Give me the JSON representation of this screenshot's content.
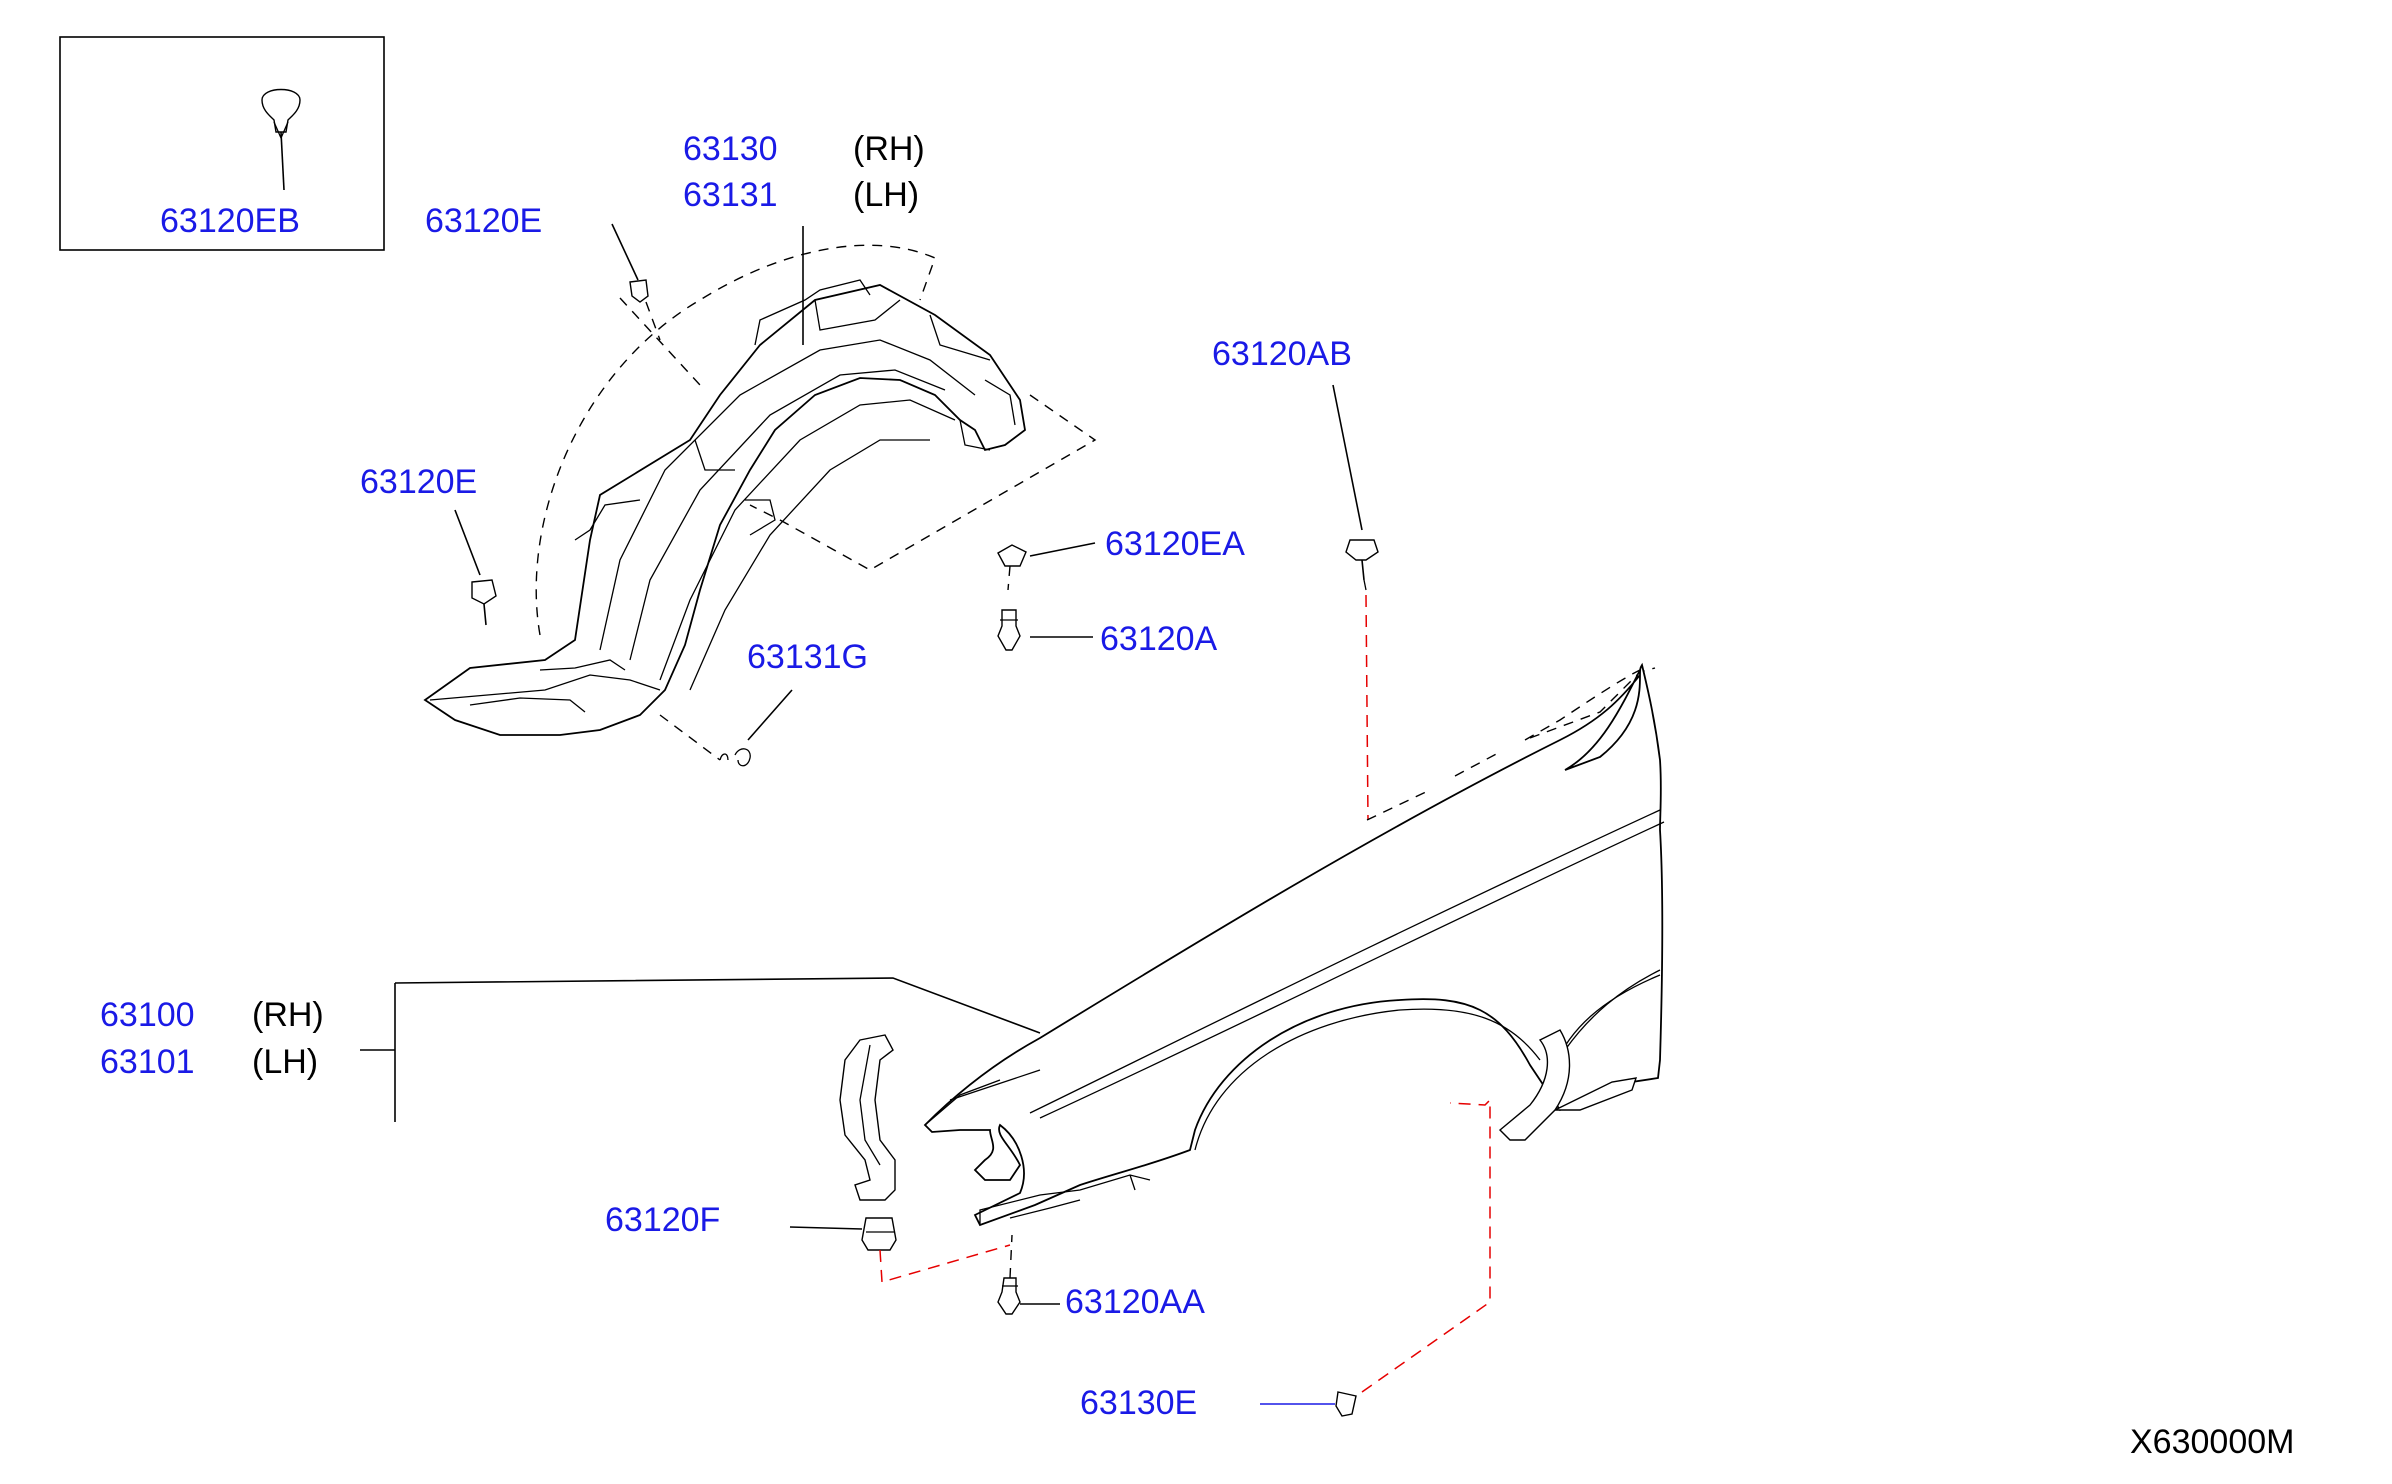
{
  "callouts": {
    "c63120EB": "63120EB",
    "c63120E_top": "63120E",
    "c63130": "63130",
    "c63131": "63131",
    "c63120AB": "63120AB",
    "c63120E_left": "63120E",
    "c63120EA": "63120EA",
    "c63120A": "63120A",
    "c63131G": "63131G",
    "c63100": "63100",
    "c63101": "63101",
    "c63120F": "63120F",
    "c63120AA": "63120AA",
    "c63130E": "63130E"
  },
  "sides": {
    "rh_top": "(RH)",
    "lh_top": "(LH)",
    "rh_bottom": "(RH)",
    "lh_bottom": "(LH)"
  },
  "diagram_code": "X630000M",
  "colors": {
    "part_number": "#1a1ae6",
    "leader_red": "#e60000",
    "line": "#000000"
  }
}
